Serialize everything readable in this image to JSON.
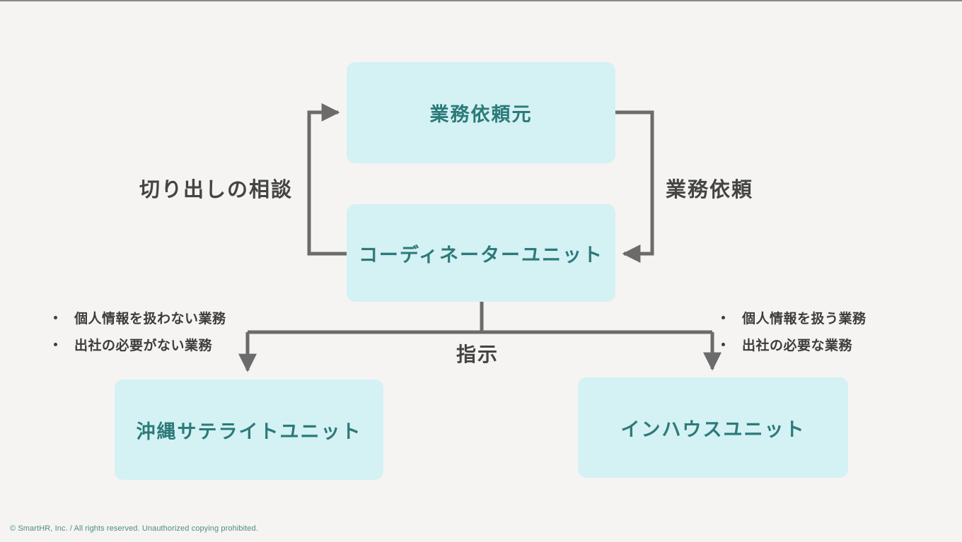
{
  "slide": {
    "background_color": "#f5f4f2",
    "node_fill_color": "#d4f1f4",
    "node_text_color": "#2c7a79",
    "connector_color": "#6b6b6b",
    "label_text_color": "#444442",
    "footer_text_color": "#4e8d7c"
  },
  "nodes": {
    "requester": "業務依頼元",
    "coordinator": "コーディネーターユニット",
    "okinawa": "沖縄サテライトユニット",
    "inhouse": "インハウスユニット"
  },
  "edge_labels": {
    "consult": "切り出しの相談",
    "request": "業務依頼",
    "instruct": "指示"
  },
  "bullets_left": [
    "個人情報を扱わない業務",
    "出社の必要がない業務"
  ],
  "bullets_right": [
    "個人情報を扱う業務",
    "出社の必要な業務"
  ],
  "footer": "© SmartHR, Inc. / All rights reserved. Unauthorized copying prohibited."
}
